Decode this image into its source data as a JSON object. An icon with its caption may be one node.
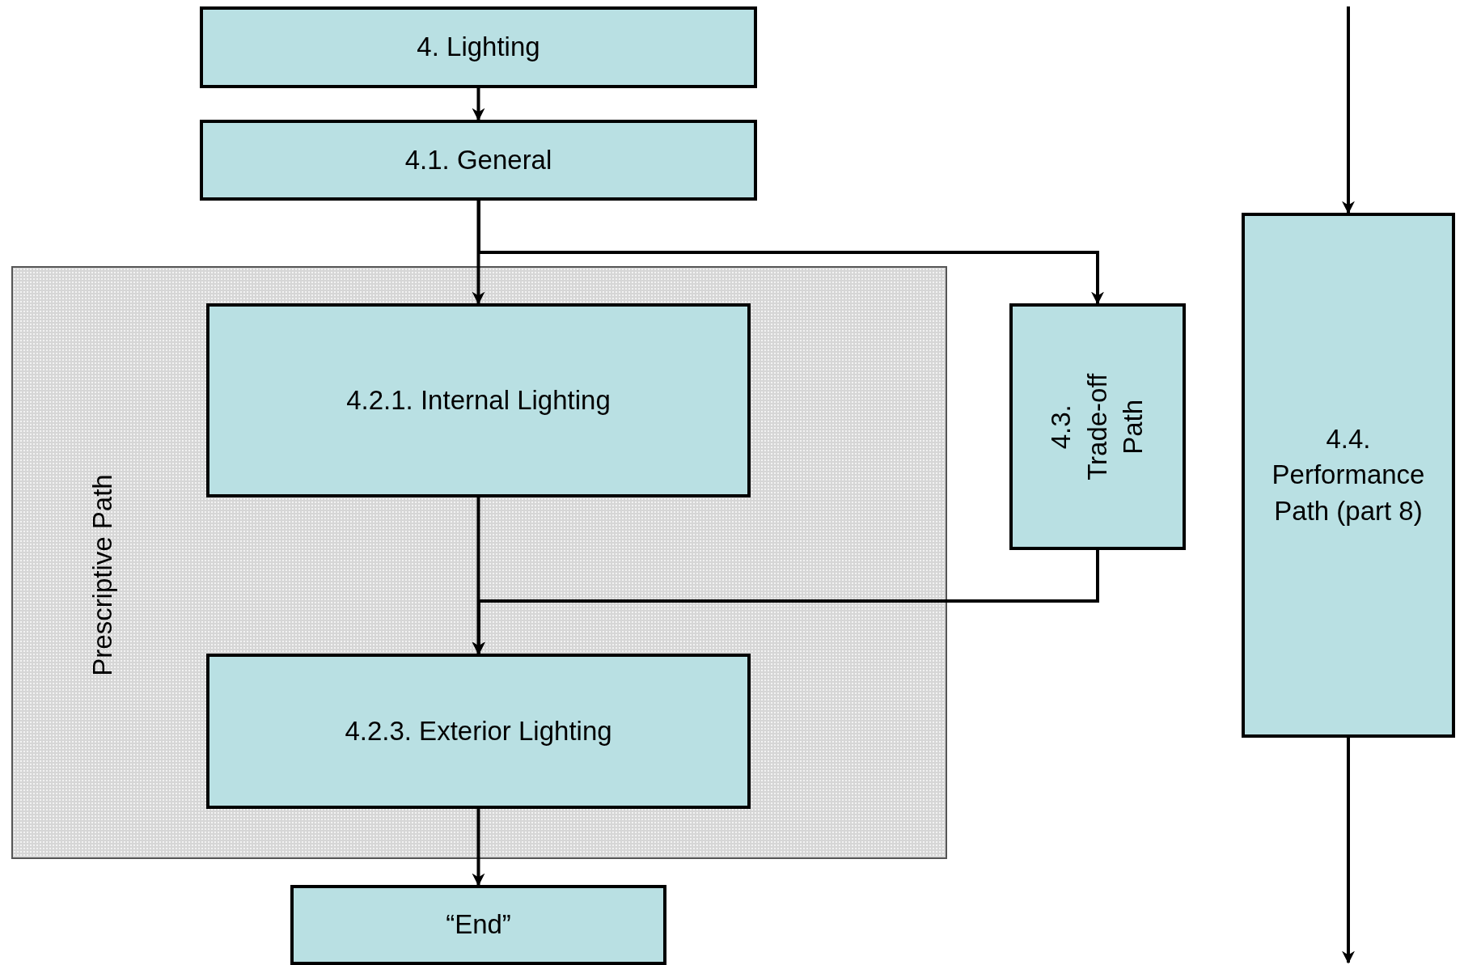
{
  "diagram": {
    "nodes": [
      {
        "text": [
          "4. Lighting"
        ]
      },
      {
        "text": [
          "4.1. General"
        ]
      },
      {
        "text": [
          "Prescriptive Path"
        ]
      },
      {
        "text": [
          "4.2.1. Internal Lighting"
        ],
        "in": 2
      },
      {
        "text": [
          "4.2.3. Exterior Lighting"
        ],
        "in": 2
      },
      {
        "text": [
          "4.3. Trade-off Path"
        ]
      },
      {
        "text": [
          "4.4. Performance Path (part 8)"
        ]
      },
      {
        "text": [
          "“End”"
        ]
      }
    ],
    "edges": [
      {
        "from": 0,
        "to": 1,
        "arrow": "to"
      },
      {
        "from": 1,
        "to": 3,
        "arrow": "to"
      },
      {
        "from": 1,
        "to": 5,
        "arrow": "to"
      },
      {
        "from": 3,
        "to": 4,
        "arrow": "to"
      },
      {
        "from": 5,
        "to": 4,
        "arrow": "to"
      },
      {
        "from": 4,
        "to": 7,
        "arrow": "to"
      },
      {
        "from": null,
        "to": 6,
        "arrow": "to"
      },
      {
        "from": 6,
        "to": null,
        "arrow": "to"
      }
    ]
  }
}
